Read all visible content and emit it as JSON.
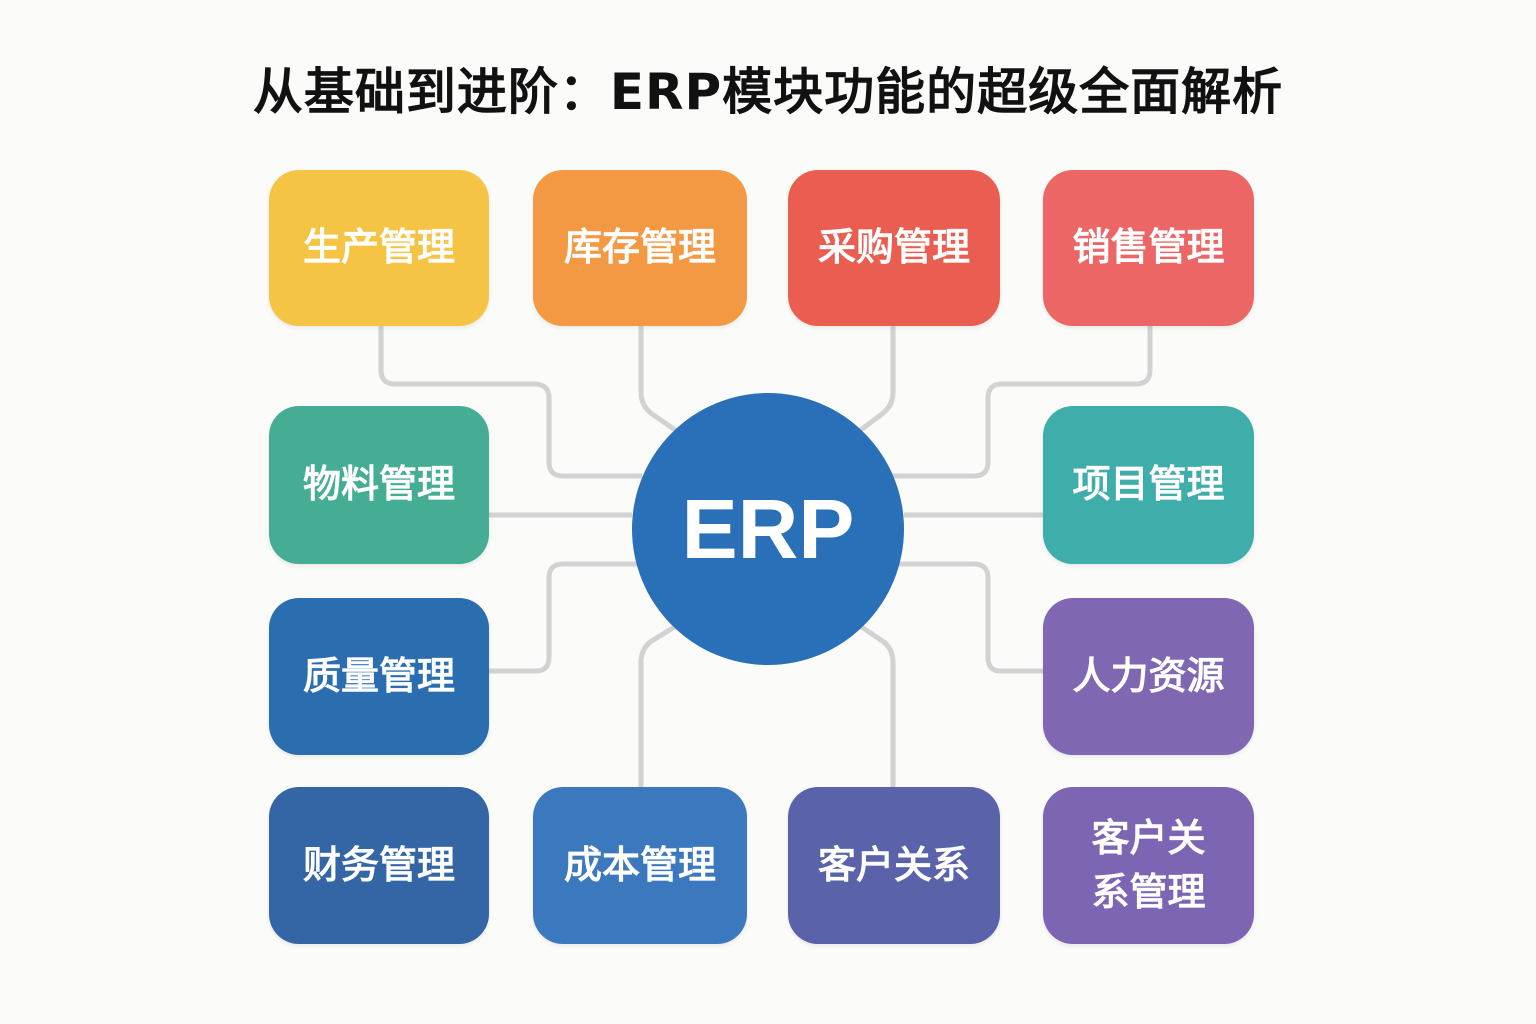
{
  "title": "从基础到进阶：ERP模块功能的超级全面解析",
  "center": {
    "label": "ERP",
    "color": "#2a70b8"
  },
  "modules": [
    {
      "id": "production",
      "label": "生产管理",
      "color": "#f5c445"
    },
    {
      "id": "inventory",
      "label": "库存管理",
      "color": "#f39843"
    },
    {
      "id": "purchasing",
      "label": "采购管理",
      "color": "#e95e51"
    },
    {
      "id": "sales",
      "label": "销售管理",
      "color": "#eb6664"
    },
    {
      "id": "material",
      "label": "物料管理",
      "color": "#45ad94"
    },
    {
      "id": "project",
      "label": "项目管理",
      "color": "#3fadaa"
    },
    {
      "id": "quality",
      "label": "质量管理",
      "color": "#2a6eb0"
    },
    {
      "id": "hr",
      "label": "人力资源",
      "color": "#7f67b2"
    },
    {
      "id": "finance",
      "label": "财务管理",
      "color": "#3465a5"
    },
    {
      "id": "cost",
      "label": "成本管理",
      "color": "#3b78bd"
    },
    {
      "id": "customer",
      "label": "客户关系",
      "color": "#5a63aa"
    },
    {
      "id": "crm",
      "label": "客户关系管理",
      "color": "#7c65b2"
    }
  ],
  "connector_color": "#d2d2d2"
}
